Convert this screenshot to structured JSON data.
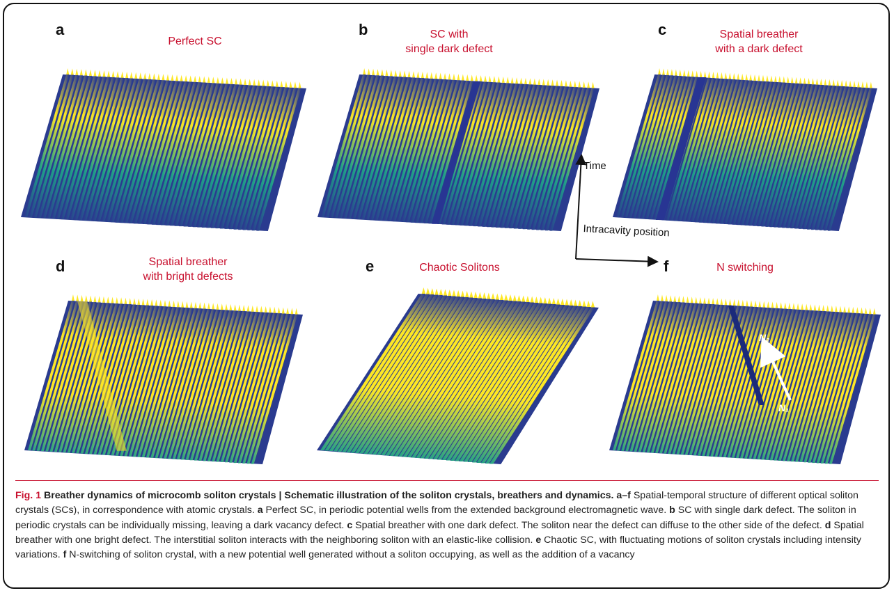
{
  "panels": [
    {
      "letter": "a",
      "title": "Perfect SC",
      "variant": "perfect",
      "stripes": 52,
      "colors": [
        "#2a3b8f",
        "#1f9e89",
        "#fde725"
      ]
    },
    {
      "letter": "b",
      "title": "SC with\nsingle dark defect",
      "variant": "dark-defect",
      "stripes": 52,
      "colors": [
        "#2a3b8f",
        "#1f9e89",
        "#fde725"
      ]
    },
    {
      "letter": "c",
      "title": "Spatial breather\nwith a dark defect",
      "variant": "breather-dark",
      "stripes": 52,
      "colors": [
        "#2a3b8f",
        "#1f9e89",
        "#fde725"
      ]
    },
    {
      "letter": "d",
      "title": "Spatial breather\nwith bright defects",
      "variant": "breather-bright",
      "stripes": 52,
      "colors": [
        "#2a3b8f",
        "#1f9e89",
        "#fde725"
      ]
    },
    {
      "letter": "e",
      "title": "Chaotic Solitons",
      "variant": "chaotic",
      "stripes": 40,
      "colors": [
        "#2a3b8f",
        "#1f9e89",
        "#fde725"
      ]
    },
    {
      "letter": "f",
      "title": "N switching",
      "variant": "n-switch",
      "stripes": 52,
      "colors": [
        "#2a3b8f",
        "#1f9e89",
        "#fde725"
      ]
    }
  ],
  "axes": {
    "time_label": "Time",
    "position_label": "Intracavity position"
  },
  "n_labels": {
    "upper": "N₂",
    "lower": "N₁"
  },
  "caption": {
    "fig_label": "Fig. 1",
    "title": "Breather dynamics of microcomb soliton crystals | Schematic illustration of the soliton crystals, breathers and dynamics.",
    "a_f": "a–f",
    "intro": " Spatial-temporal structure of different optical soliton crystals (SCs), in correspondence with atomic crystals. ",
    "items": [
      {
        "key": "a",
        "text": " Perfect SC, in periodic potential wells from the extended background electromagnetic wave. "
      },
      {
        "key": "b",
        "text": " SC with single dark defect. The soliton in periodic crystals can be individually missing, leaving a dark vacancy defect. "
      },
      {
        "key": "c",
        "text": " Spatial breather with one dark defect. The soliton near the defect can diffuse to the other side of the defect. "
      },
      {
        "key": "d",
        "text": " Spatial breather with one bright defect. The interstitial soliton interacts with the neighboring soliton with an elastic-like collision. "
      },
      {
        "key": "e",
        "text": " Chaotic SC, with fluctuating motions of soliton crystals including intensity variations. "
      },
      {
        "key": "f",
        "text": " N-switching of soliton crystal, with a new potential well generated without a soliton occupying, as well as the addition of a vacancy"
      }
    ]
  }
}
